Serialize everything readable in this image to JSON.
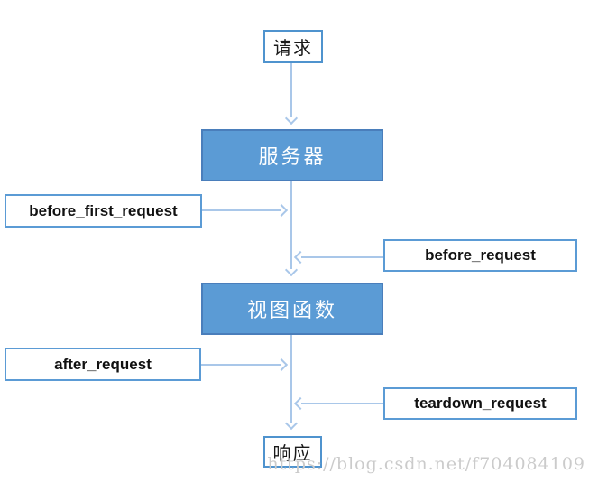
{
  "diagram": {
    "title_hint": "flask-request-hooks-flowchart",
    "nodes": {
      "request": {
        "label": "请求"
      },
      "server": {
        "label": "服务器"
      },
      "view_function": {
        "label": "视图函数"
      },
      "response": {
        "label": "响应"
      }
    },
    "hooks": {
      "before_first_request": {
        "label": "before_first_request",
        "side": "left"
      },
      "before_request": {
        "label": "before_request",
        "side": "right"
      },
      "after_request": {
        "label": "after_request",
        "side": "left"
      },
      "teardown_request": {
        "label": "teardown_request",
        "side": "right"
      }
    },
    "colors": {
      "primary_fill": "#5B9BD5",
      "primary_border": "#4A7EBB",
      "plain_border": "#4F93CE",
      "hook_border": "#5B9BD5",
      "connector": "#A9C7E9",
      "node_text": "#FFFFFF",
      "label_text": "#111111"
    }
  },
  "watermark": {
    "text": "https://blog.csdn.net/f704084109",
    "color": "#CBCBCB"
  }
}
